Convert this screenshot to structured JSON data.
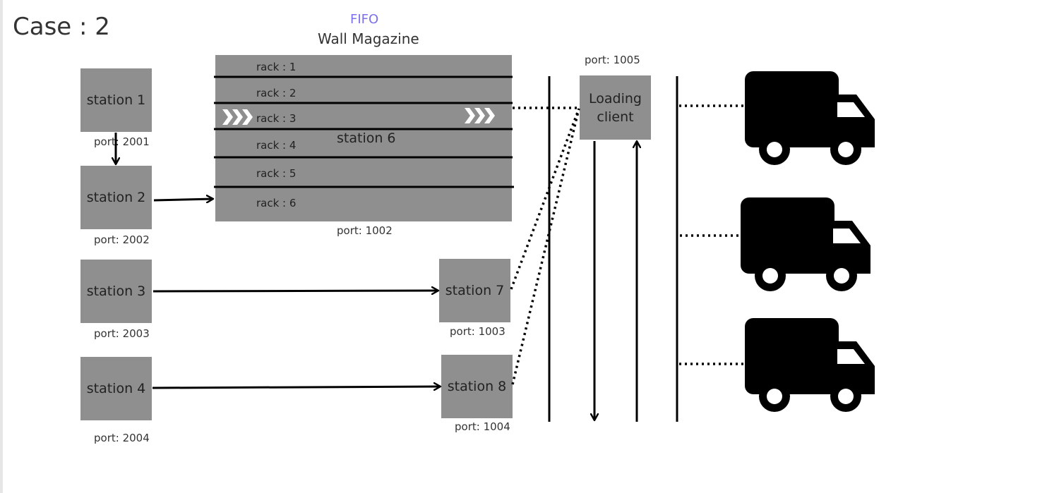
{
  "diagram": {
    "title": "Case : 2",
    "magazine": {
      "fifo_label": "FIFO",
      "title": "Wall Magazine",
      "station_label": "station 6",
      "port": "port: 1002",
      "racks": [
        "rack : 1",
        "rack : 2",
        "rack : 3",
        "rack : 4",
        "rack : 5",
        "rack : 6"
      ]
    },
    "stations": [
      {
        "label": "station 1",
        "port": "port: 2001"
      },
      {
        "label": "station 2",
        "port": "port: 2002"
      },
      {
        "label": "station 3",
        "port": "port: 2003"
      },
      {
        "label": "station 4",
        "port": "port: 2004"
      },
      {
        "label": "station 7",
        "port": "port: 1003"
      },
      {
        "label": "station 8",
        "port": "port: 1004"
      }
    ],
    "loading_client": {
      "label_line1": "Loading",
      "label_line2": "client",
      "port": "port: 1005"
    },
    "trucks": [
      "truck-icon",
      "truck-icon",
      "truck-icon"
    ],
    "colors": {
      "box": "#8f8f8f",
      "fifo_text": "#7b72e9",
      "line": "#000000",
      "chevron": "#ffffff"
    }
  }
}
